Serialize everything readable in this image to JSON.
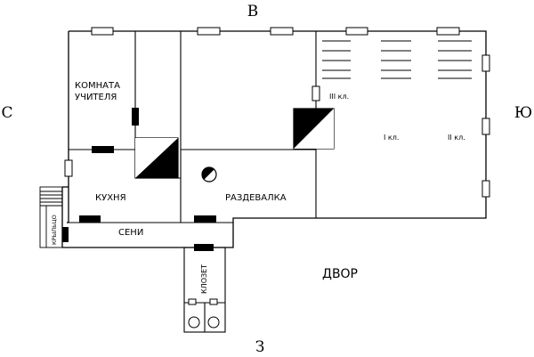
{
  "compass": {
    "north": "С",
    "east": "В",
    "south": "Ю",
    "west": "З"
  },
  "rooms": {
    "teacher_room": [
      "КОМНАТА",
      "УЧИТЕЛЯ"
    ],
    "kitchen": "КУХНЯ",
    "cloakroom": "РАЗДЕВАЛКА",
    "entrance_hall": "СЕНИ",
    "porch": "КРЫЛЬЦО",
    "toilet": "КЛОЗЕТ",
    "yard": "ДВОР"
  },
  "classes": [
    "III кл.",
    "I кл.",
    "II кл."
  ]
}
